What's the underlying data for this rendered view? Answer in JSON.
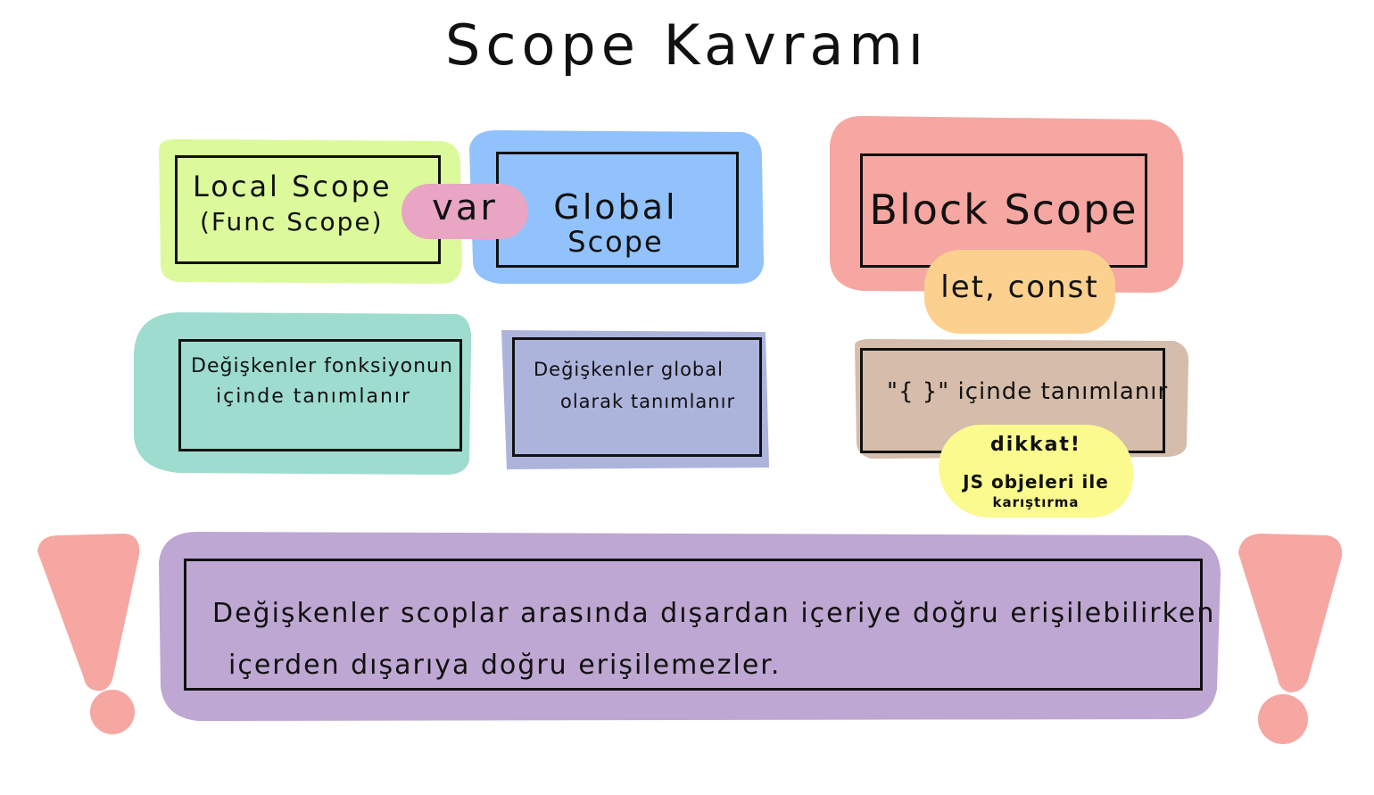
{
  "title": "Scope Kavramı",
  "colors": {
    "local": "#dcfa9c",
    "global": "#92c2fb",
    "block": "#f6a7a2",
    "var_pill": "#e8a5c4",
    "let_pill": "#fcd08e",
    "local_desc": "#9ddccf",
    "global_desc": "#adb4dc",
    "block_desc": "#d6bcaa",
    "warning_note": "#fbfa8e",
    "rule_panel": "#bea7d2",
    "exclaim": "#f6a7a2"
  },
  "scopes": {
    "local": {
      "line1": "Local Scope",
      "line2": "(Func Scope)"
    },
    "global": {
      "line1": "Global",
      "line2": "Scope"
    },
    "block": {
      "label": "Block Scope"
    }
  },
  "pills": {
    "var": "var",
    "let_const": "let, const"
  },
  "descriptions": {
    "local": {
      "line1": "Değişkenler fonksiyonun",
      "line2": "içinde tanımlanır"
    },
    "global": {
      "line1": "Değişkenler global",
      "line2": "olarak tanımlanır"
    },
    "block": {
      "text": "\"{ }\" içinde tanımlanır"
    }
  },
  "warning_note": {
    "line1": "dikkat!",
    "line2": "JS objeleri ile",
    "line3": "karıştırma"
  },
  "rule": {
    "line1": "Değişkenler scoplar arasında dışardan içeriye doğru erişilebilirken",
    "line2": "içerden dışarıya doğru erişilemezler."
  }
}
